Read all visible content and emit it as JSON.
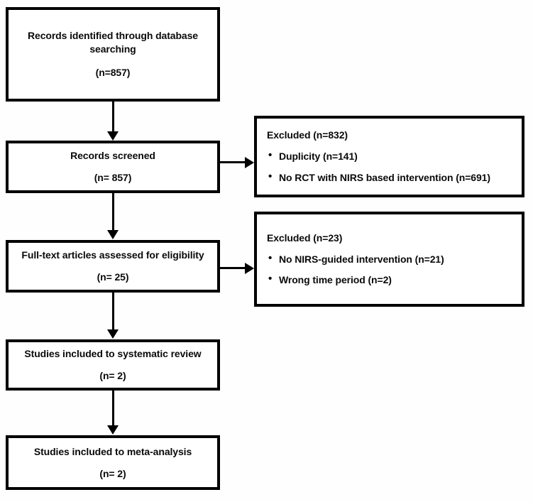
{
  "diagram": {
    "type": "prisma-flow-diagram",
    "boxes": {
      "identified": {
        "line1": "Records identified through database",
        "line2": "searching",
        "count": "(n=857)"
      },
      "screened": {
        "line1": "Records screened",
        "count": "(n= 857)"
      },
      "fulltext": {
        "line1": "Full-text articles assessed for eligibility",
        "count": "(n= 25)"
      },
      "systematic_review": {
        "line1": "Studies included to systematic review",
        "count": "(n= 2)"
      },
      "meta_analysis": {
        "line1": "Studies included to meta-analysis",
        "count": "(n= 2)"
      },
      "excluded_screening": {
        "title": "Excluded (n=832)",
        "reasons": [
          "Duplicity (n=141)",
          "No RCT with NIRS based intervention (n=691)"
        ]
      },
      "excluded_eligibility": {
        "title": "Excluded (n=23)",
        "reasons": [
          "No NIRS-guided intervention (n=21)",
          "Wrong time period (n=2)"
        ]
      }
    },
    "colors": {
      "border": "#000000",
      "text": "#0a0a0a",
      "background": "#ffffff"
    }
  }
}
